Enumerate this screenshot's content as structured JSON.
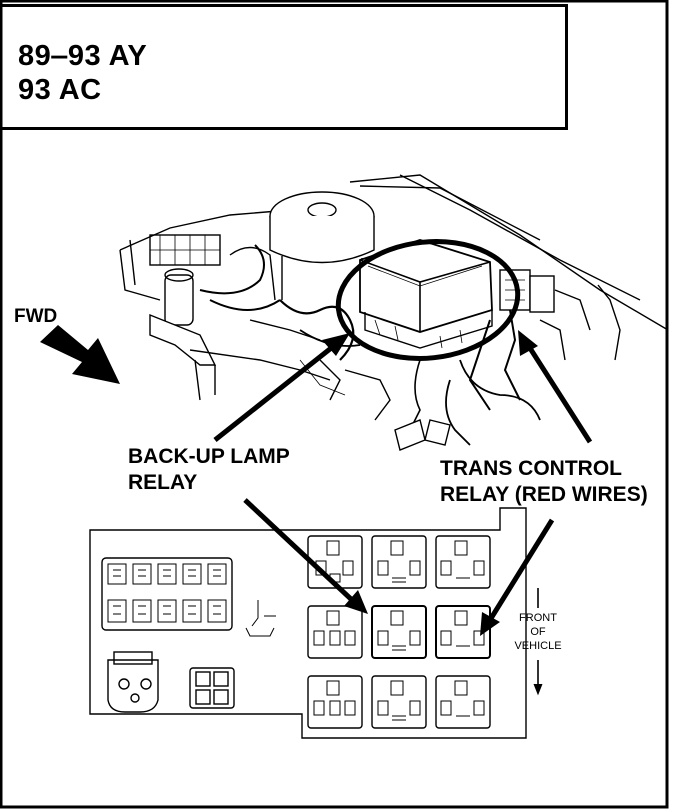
{
  "header": {
    "line1": "89‒93 AY",
    "line2": "93 AC"
  },
  "labels": {
    "fwd": "FWD",
    "backup_line1": "BACK-UP LAMP",
    "backup_line2": "RELAY",
    "trans_line1": "TRANS CONTROL",
    "trans_line2": "RELAY (RED WIRES)",
    "front_line1": "FRONT",
    "front_line2": "OF",
    "front_line3": "VEHICLE"
  },
  "colors": {
    "ink": "#000000",
    "paper": "#ffffff"
  }
}
